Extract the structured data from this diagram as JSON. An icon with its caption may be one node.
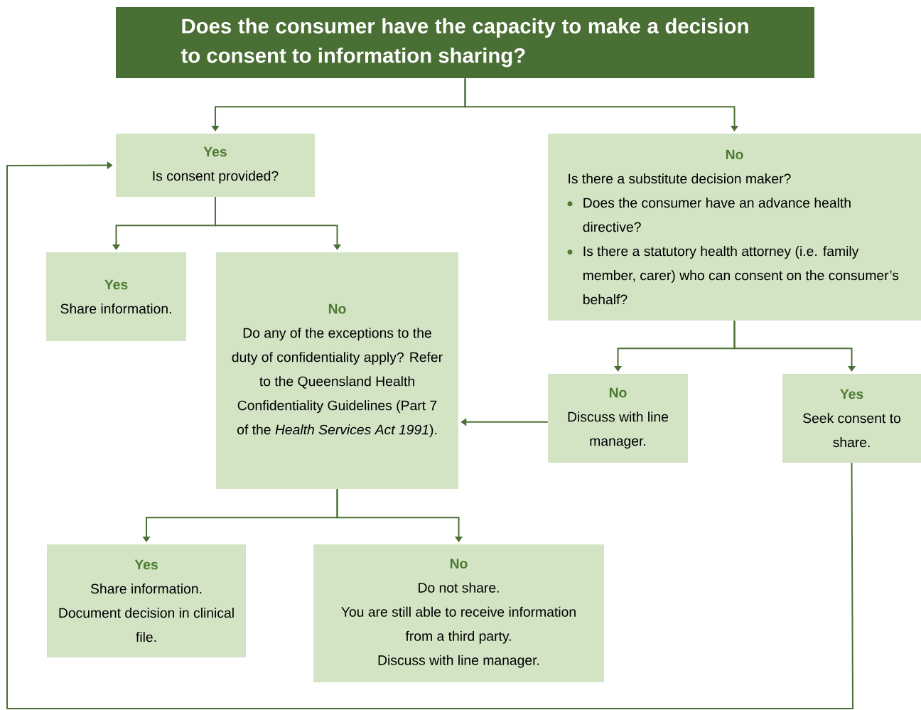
{
  "diagram": {
    "nodes": [
      {
        "text": [
          "Does the consumer have the capacity to make a decision to consent to information sharing?"
        ]
      },
      {
        "text": [
          "Yes",
          "Is consent provided?"
        ]
      },
      {
        "text": [
          "No",
          "Is there a substitute decision maker?",
          "Does the consumer have an advance health directive?",
          "Is there a statutory health attorney (i.e. family member, carer) who can consent on the consumer’s behalf?"
        ]
      },
      {
        "text": [
          "Yes",
          "Share information."
        ]
      },
      {
        "text": [
          "No",
          "Do any of the exceptions to the duty of confidentiality apply? Refer to the Queensland Health Confidentiality Guidelines (Part 7 of the *Health Services Act 1991*)."
        ]
      },
      {
        "text": [
          "No",
          "Discuss with line manager."
        ]
      },
      {
        "text": [
          "Yes",
          "Seek consent to share."
        ]
      },
      {
        "text": [
          "Yes",
          "Share information. Document decision in clinical file."
        ]
      },
      {
        "text": [
          "No",
          "Do not share.",
          "You are still able to receive information from a third party.",
          "Discuss with line manager."
        ]
      }
    ],
    "edges": [
      {
        "from": 0,
        "to": 1,
        "arrow": "to"
      },
      {
        "from": 0,
        "to": 2,
        "arrow": "to"
      },
      {
        "from": 1,
        "to": 3,
        "arrow": "to"
      },
      {
        "from": 1,
        "to": 4,
        "arrow": "to"
      },
      {
        "from": 2,
        "to": 5,
        "arrow": "to"
      },
      {
        "from": 2,
        "to": 6,
        "arrow": "to"
      },
      {
        "from": 4,
        "to": 7,
        "arrow": "to"
      },
      {
        "from": 4,
        "to": 8,
        "arrow": "to"
      },
      {
        "from": 5,
        "to": 4,
        "arrow": "to"
      },
      {
        "from": 6,
        "to": 1,
        "arrow": "to"
      }
    ]
  }
}
